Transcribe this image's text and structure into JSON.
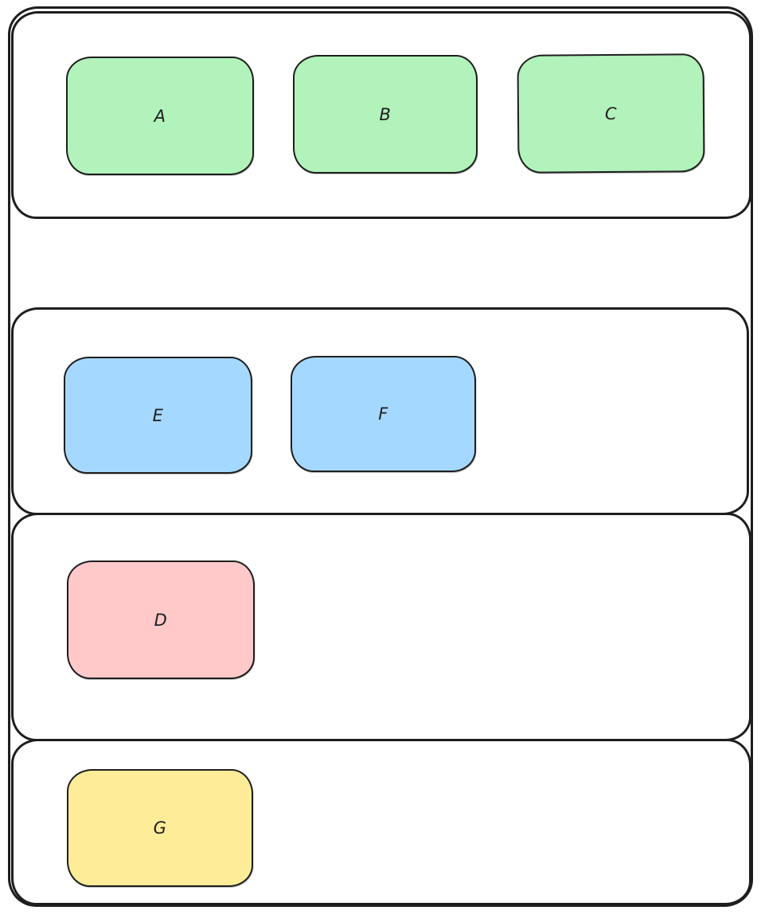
{
  "diagram": {
    "stroke_color": "#1e1e1e",
    "background_color": "#ffffff",
    "nodes": [
      {
        "label": "A",
        "fill": "#b2f2bb"
      },
      {
        "label": "B",
        "fill": "#b2f2bb"
      },
      {
        "label": "C",
        "fill": "#b2f2bb"
      },
      {
        "label": "E",
        "fill": "#a5d8ff"
      },
      {
        "label": "F",
        "fill": "#a5d8ff"
      },
      {
        "label": "D",
        "fill": "#ffc9c9"
      },
      {
        "label": "G",
        "fill": "#ffec99"
      }
    ]
  }
}
